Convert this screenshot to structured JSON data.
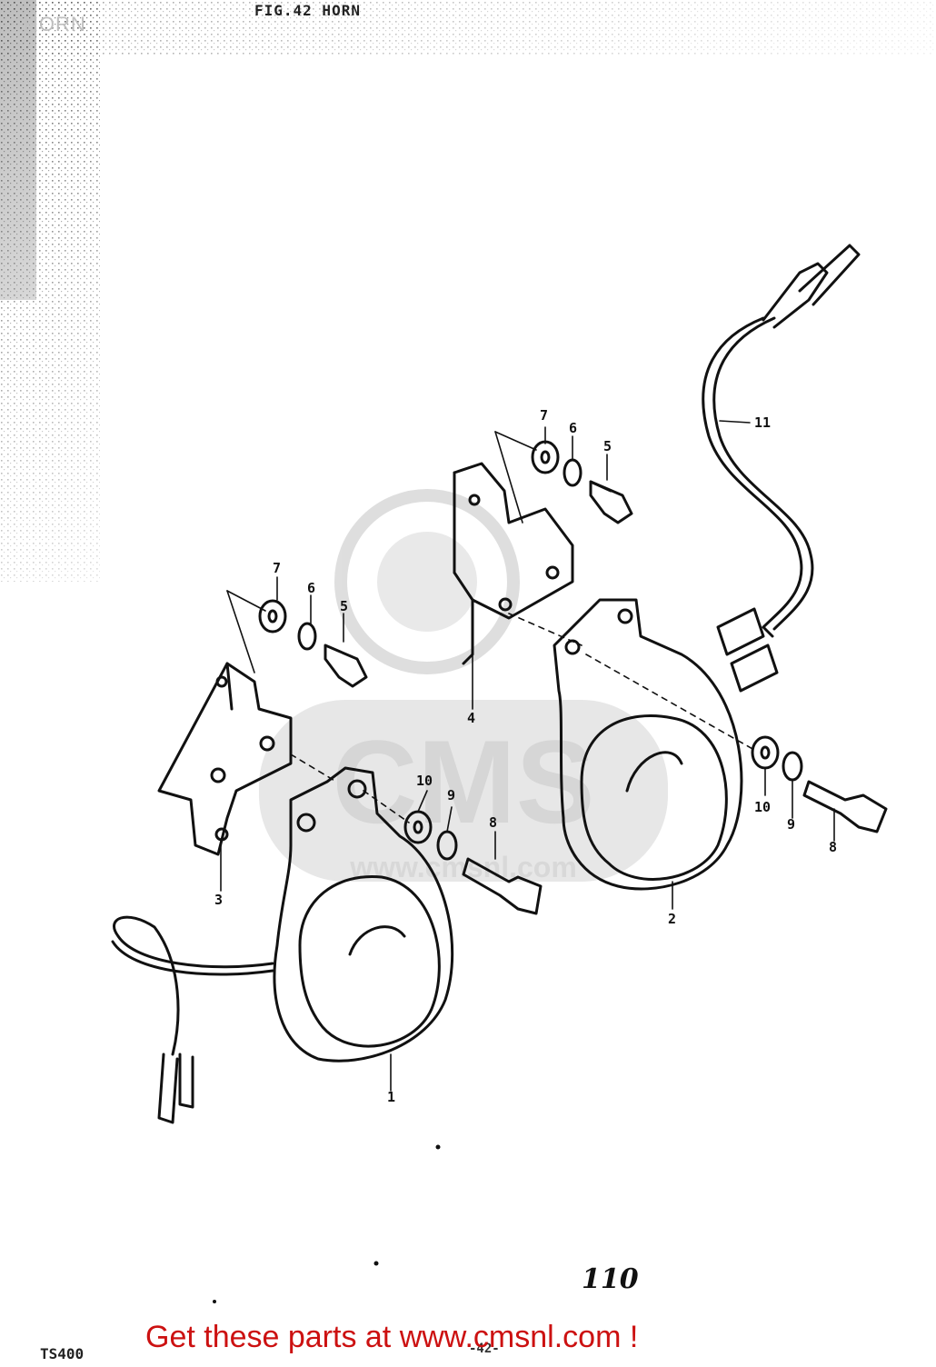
{
  "page": {
    "caption": "HORN",
    "figure_title": "FIG.42  HORN",
    "page_number": "110",
    "model_code": "TS400",
    "page_code": "-42-",
    "promo_text": "Get these parts at www.cmsnl.com !"
  },
  "watermark": {
    "text": "CMS",
    "url_text": "www.cmsnl.com",
    "color": "#d6d6d6"
  },
  "callouts": [
    {
      "id": "horn-low",
      "label": "1",
      "part": "horn"
    },
    {
      "id": "horn-high",
      "label": "2",
      "part": "horn"
    },
    {
      "id": "bracket-a",
      "label": "3",
      "part": "bracket"
    },
    {
      "id": "bracket-b",
      "label": "4",
      "part": "bracket"
    },
    {
      "id": "bolt-a",
      "label": "5",
      "part": "bolt"
    },
    {
      "id": "bolt-b",
      "label": "5",
      "part": "bolt"
    },
    {
      "id": "lockw-a",
      "label": "6",
      "part": "lock-washer"
    },
    {
      "id": "lockw-b",
      "label": "6",
      "part": "lock-washer"
    },
    {
      "id": "washer-a",
      "label": "7",
      "part": "washer"
    },
    {
      "id": "washer-b",
      "label": "7",
      "part": "washer"
    },
    {
      "id": "bolt-c",
      "label": "8",
      "part": "bolt"
    },
    {
      "id": "bolt-d",
      "label": "8",
      "part": "bolt"
    },
    {
      "id": "lockw-c",
      "label": "9",
      "part": "lock-washer"
    },
    {
      "id": "lockw-d",
      "label": "9",
      "part": "lock-washer"
    },
    {
      "id": "washer-c",
      "label": "10",
      "part": "washer"
    },
    {
      "id": "washer-d",
      "label": "10",
      "part": "washer"
    },
    {
      "id": "lead-wire",
      "label": "11",
      "part": "lead-wire"
    }
  ],
  "colors": {
    "ink": "#111111",
    "promo": "#cc1111",
    "faded": "#bfbfbf"
  }
}
